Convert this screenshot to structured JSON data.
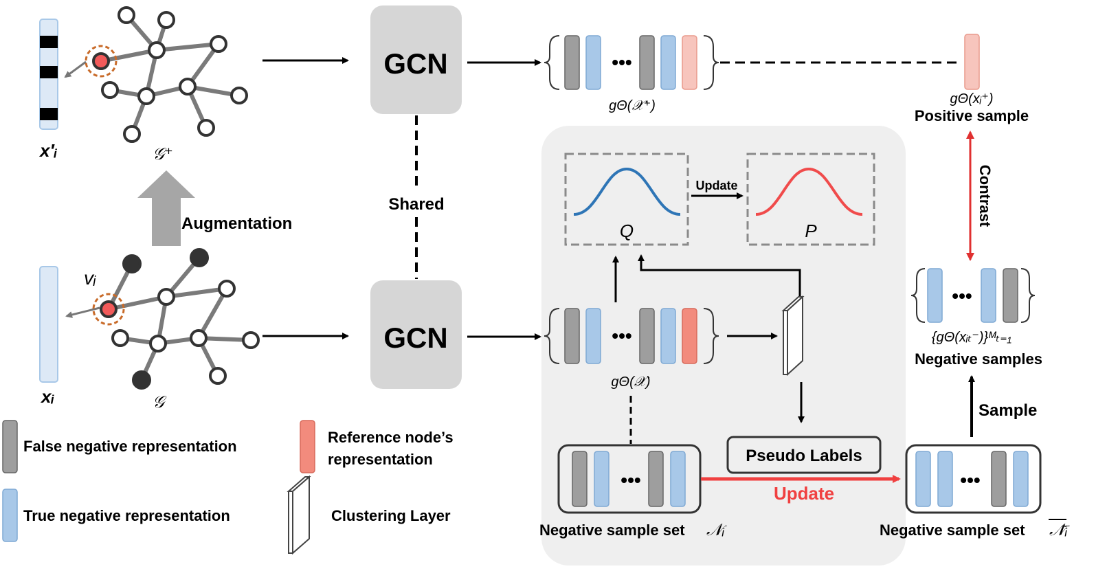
{
  "labels": {
    "gcn_top": "GCN",
    "gcn_bottom": "GCN",
    "shared": "Shared",
    "augmentation": "Augmentation",
    "update_small": "Update",
    "update_red": "Update",
    "contrast": "Contrast",
    "sample": "Sample",
    "positive_sample": "Positive sample",
    "negative_samples": "Negative samples",
    "pseudo_labels": "Pseudo Labels",
    "negative_sample_set": "Negative sample set",
    "negative_sample_set_2": "Negative sample set"
  },
  "math": {
    "x_prime_i": "x′ᵢ",
    "x_i": "xᵢ",
    "g_plus": "𝒢⁺",
    "g": "𝒢",
    "v_i": "vᵢ",
    "g_theta_x_plus": "gΘ(𝒳⁺)",
    "g_theta_x": "gΘ(𝒳)",
    "g_theta_xi_plus": "gΘ(xᵢ⁺)",
    "neg_set_formula": "{gΘ(xᵢₜ⁻)}ᴹₜ₌₁",
    "q": "Q",
    "p": "P",
    "n_i": "𝒩ᵢ",
    "n_i_tilde": "𝒩̃ᵢ",
    "dots": "•••"
  },
  "legend": [
    {
      "label": "False negative representation",
      "color": "#9e9e9e"
    },
    {
      "label": "True negative representation",
      "color": "#a8c8e8"
    },
    {
      "label": "Reference node’s",
      "label2": "representation",
      "color": "#f28b7d"
    },
    {
      "label": "Clustering Layer"
    }
  ],
  "colors": {
    "gray": "#9e9e9e",
    "blue": "#a8c8e8",
    "pink": "#f7c5bd",
    "red": "#f28b7d",
    "node_red": "#f25a5a",
    "curve_q": "#2e75b6",
    "curve_p": "#f04b4b",
    "arrow_red": "#f04040",
    "panel": "#efefef",
    "gcn_box": "#d6d6d6"
  }
}
